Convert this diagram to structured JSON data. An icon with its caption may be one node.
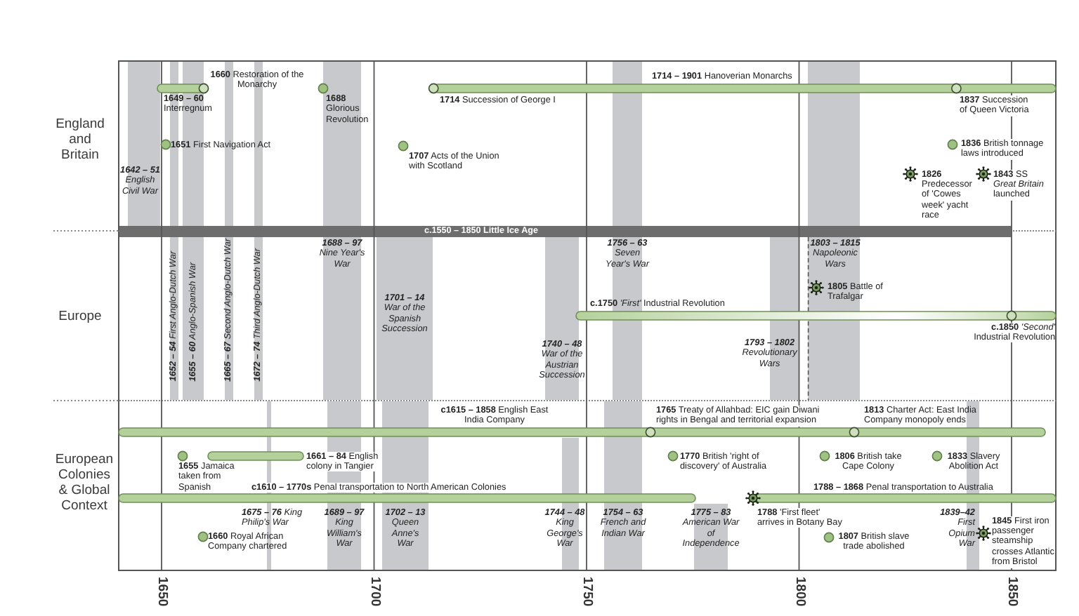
{
  "diagram": {
    "nodes": [
      {
        "text": [
          "England and Britain"
        ]
      },
      {
        "text": [
          "**1642 – 51** English Civil War"
        ],
        "in": 0
      },
      {
        "text": [
          "**1652 – 54** First Anglo-Dutch War"
        ]
      },
      {
        "text": [
          "**1655 – 60** Anglo-Spanish War"
        ]
      },
      {
        "text": [
          "**1665 – 67** Second Anglo-Dutch War"
        ]
      },
      {
        "text": [
          "**1672 – 74** Third Anglo-Dutch War"
        ]
      },
      {
        "text": [
          "**1688 – 97** Nine Year's War"
        ]
      },
      {
        "text": [
          "**1756 – 63** Seven Year's War"
        ]
      },
      {
        "text": [
          "**1803 – 1815** Napoleonic Wars"
        ]
      },
      {
        "text": [
          "c.1550 – 1850 Little Ice Age"
        ]
      },
      {
        "text": [
          "Europe"
        ]
      },
      {
        "text": [
          "**1701 – 14** War of the Spanish Succession"
        ],
        "in": 10
      },
      {
        "text": [
          "**1740 – 48** War of the Austrian Succession"
        ],
        "in": 10
      },
      {
        "text": [
          "**1793 – 1802** Revolutionary Wars"
        ],
        "in": 10
      },
      {
        "text": [
          "European Colonies & Global Context"
        ]
      },
      {
        "text": [
          "**1675 – 76** King Philip's War"
        ],
        "in": 14
      },
      {
        "text": [
          "**1689 – 97** King William's War"
        ],
        "in": 14
      },
      {
        "text": [
          "**1702 – 13** Queen Anne's War"
        ],
        "in": 14
      },
      {
        "text": [
          "**1744 – 48** King George's War"
        ],
        "in": 14
      },
      {
        "text": [
          "**1754 – 63** French and Indian War"
        ],
        "in": 14
      },
      {
        "text": [
          "**1775 – 83** American War of Independence"
        ],
        "in": 14
      },
      {
        "text": [
          "**1839–42** First Opium War"
        ],
        "in": 14
      }
    ],
    "labels": [
      "**1660** Restoration of the Monarchy",
      "**1714 – 1901** Hanoverian Monarchs",
      "**1649 – 60** Interregnum",
      "**1688** Glorious Revolution",
      "**1714** Succession of George I",
      "**1837** Succession of Queen Victoria",
      "**1651** First Navigation Act",
      "**1836** British tonnage laws introduced",
      "**1707** Acts of the Union with Scotland",
      "**1826** Predecessor of 'Cowes week' yacht race",
      "**1843** SS *Great Britain* launched",
      "**1805** Battle of Trafalgar",
      "**c.1750** *'First'* Industrial Revolution",
      "**c.1850** *'Second'* Industrial Revolution",
      "**c1615 – 1858** English East India Company",
      "**1765** Treaty of Allahbad: EIC gain Diwani rights in Bengal and territorial expansion",
      "**1813** Charter Act: East India Company monopoly ends",
      "**1661 – 84** English colony in Tangier",
      "**1770** British 'right of discovery' of Australia",
      "**1806** British take Cape Colony",
      "**1833** Slavery Abolition Act",
      "**1655** Jamaica taken from Spanish",
      "**c1610 – 1770s** Penal transportation to North American Colonies",
      "**1788 – 1868** Penal transportation to Australia",
      "**1788** 'First fleet' arrives in Botany Bay",
      "**1845** First iron passenger steamship crosses Atlantic from Bristol",
      "**1660** Royal African Company chartered",
      "**1807** British slave trade abolished",
      "1650",
      "1700",
      "1750",
      "1800",
      "1850"
    ]
  }
}
